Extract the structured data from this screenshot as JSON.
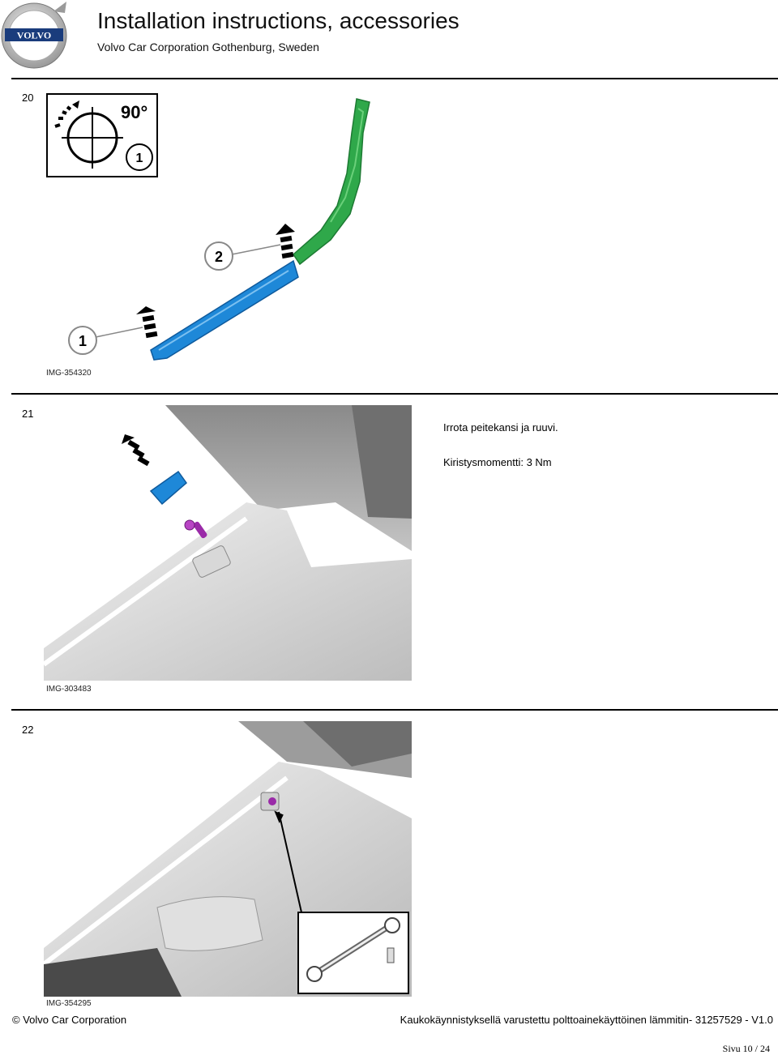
{
  "header": {
    "title": "Installation instructions, accessories",
    "subtitle": "Volvo Car Corporation Gothenburg, Sweden",
    "logo_text": "VOLVO"
  },
  "steps": [
    {
      "number": "20",
      "image_id": "IMG-354320",
      "callout_angle": "90°",
      "callouts": [
        "1",
        "2",
        "1"
      ]
    },
    {
      "number": "21",
      "image_id": "IMG-303483",
      "text": "Irrota peitekansi ja ruuvi.",
      "torque": "Kiristysmomentti: 3 Nm"
    },
    {
      "number": "22",
      "image_id": "IMG-354295"
    }
  ],
  "footer": {
    "copyright": "© Volvo Car Corporation",
    "document": "Kaukokäynnistyksellä varustettu polttoainekäyttöinen lämmitin- 31257529 - V1.0",
    "page": "Sivu 10 / 24"
  },
  "colors": {
    "trim_blue": "#1e88d8",
    "trim_green": "#26a046",
    "screw_purple": "#9a2aa8"
  }
}
